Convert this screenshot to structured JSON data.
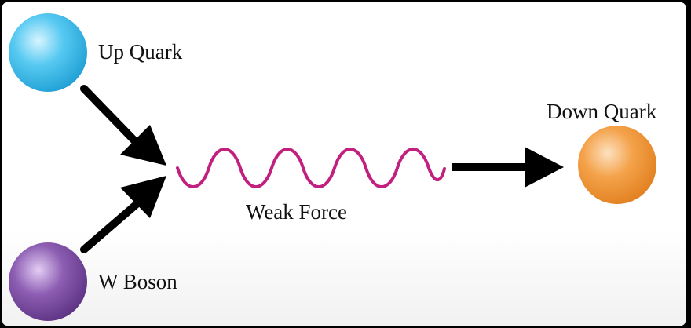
{
  "diagram": {
    "nodes": [
      {
        "id": "up-quark",
        "label": "Up Quark",
        "color": "#3fc3ef"
      },
      {
        "id": "w-boson",
        "label": "W Boson",
        "color": "#7b4d9e"
      },
      {
        "id": "down-quark",
        "label": "Down Quark",
        "color": "#f39a3d"
      }
    ],
    "edges": [
      {
        "from": "up-quark",
        "to": "weak-force"
      },
      {
        "from": "w-boson",
        "to": "weak-force"
      },
      {
        "from": "weak-force",
        "to": "down-quark"
      }
    ],
    "weak_force": {
      "label": "Weak Force",
      "color": "#c2207f"
    }
  }
}
